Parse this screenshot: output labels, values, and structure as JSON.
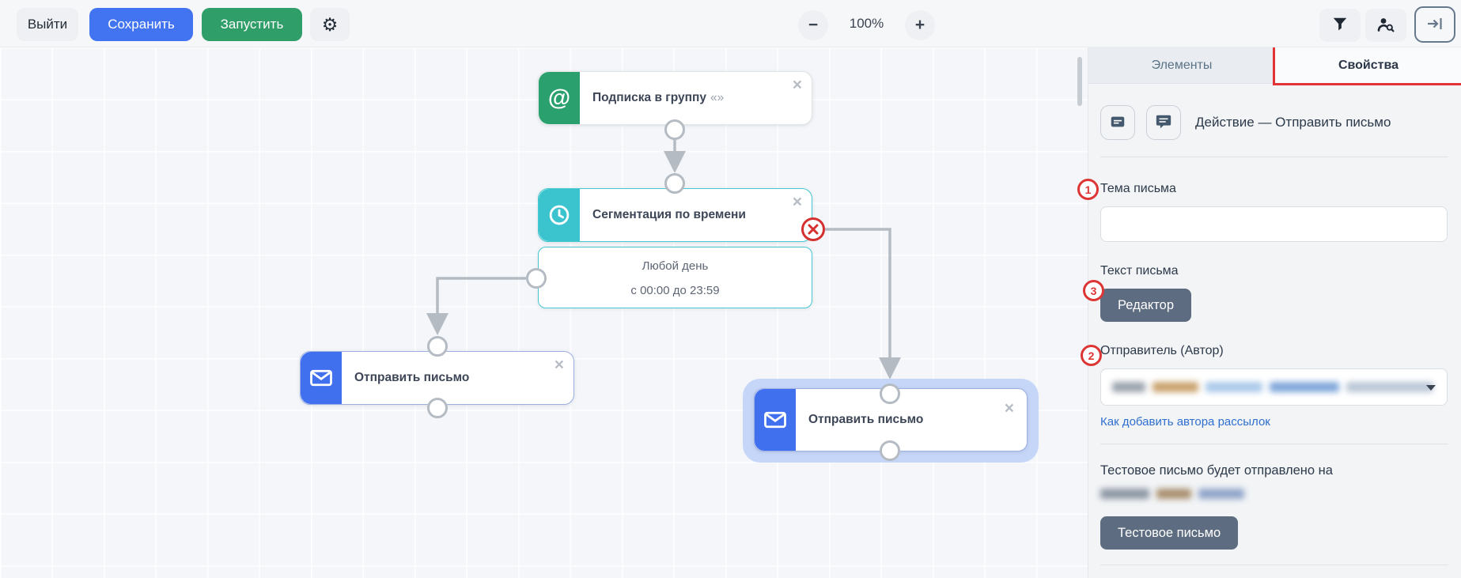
{
  "toolbar": {
    "exit_label": "Выйти",
    "save_label": "Сохранить",
    "run_label": "Запустить",
    "zoom_level": "100%",
    "minus_glyph": "−",
    "plus_glyph": "+",
    "gear_glyph": "⚙"
  },
  "canvas": {
    "nodes": [
      {
        "type": "subscribe",
        "title": "Подписка в группу",
        "suffix": "«»",
        "icon": "at-icon",
        "color": "#2aa06e"
      },
      {
        "type": "time-segmentation",
        "title": "Сегментация по времени",
        "icon": "clock-icon",
        "color": "#3cc4ce",
        "condition": {
          "line1": "Любой день",
          "line2": "с 00:00 до 23:59"
        }
      },
      {
        "type": "send-email",
        "title": "Отправить письмо",
        "icon": "envelope-icon",
        "color": "#4170ef"
      },
      {
        "type": "send-email",
        "title": "Отправить письмо",
        "icon": "envelope-icon",
        "color": "#4170ef",
        "selected": true
      }
    ],
    "close_glyph": "×"
  },
  "panel": {
    "tabs": {
      "elements": "Элементы",
      "properties": "Свойства"
    },
    "title": "Действие — Отправить письмо",
    "subject_label": "Тема письма",
    "subject_value": "",
    "body_label": "Текст письма",
    "editor_button": "Редактор",
    "sender_label": "Отправитель (Автор)",
    "sender_help_link": "Как добавить автора рассылок",
    "test_note": "Тестовое письмо будет отправлено на",
    "test_button": "Тестовое письмо"
  },
  "annotations": {
    "step1": "1",
    "step2": "2",
    "step3": "3"
  },
  "icons": [
    "gear-icon",
    "filter-icon",
    "user-search-icon",
    "collapse-panel-icon",
    "minus-icon",
    "plus-icon",
    "at-icon",
    "clock-icon",
    "envelope-icon",
    "card-icon",
    "comment-icon",
    "close-icon",
    "deny-icon",
    "chevron-down-icon"
  ],
  "colors": {
    "save_button": "#4273f0",
    "run_button": "#2f9e68",
    "subscribe_node": "#2aa06e",
    "segmentation_node": "#3cc4ce",
    "email_node": "#4170ef",
    "annotation_red": "#dd3434",
    "slate_button": "#5d6c80",
    "link_blue": "#2e6fd0",
    "selected_halo": "#c6d6f8"
  }
}
